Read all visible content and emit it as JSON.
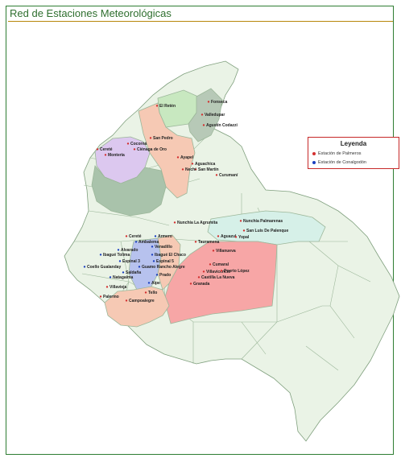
{
  "header": {
    "title": "Red de Estaciones Meteorológicas"
  },
  "legend": {
    "title": "Leyenda",
    "items": [
      {
        "label": "Estación de Palmeros",
        "color": "#d32f2f"
      },
      {
        "label": "Estación de Conalgodón",
        "color": "#1a3fbf"
      }
    ]
  },
  "colors": {
    "base": "#eaf3e6",
    "border": "#9cb79a",
    "pink": "#f6c9b4",
    "green": "#c8e8c0",
    "gray": "#b7c9b7",
    "lavender": "#dcc8ef",
    "darkgreen": "#a9c3ab",
    "mint": "#d6f0e8",
    "salmon": "#f7a6a6",
    "blue": "#b7c2ee",
    "red_dot": "#d32f2f",
    "blue_dot": "#1a3fbf"
  },
  "stations": [
    "El Retén",
    "Fonseca",
    "Valledupar",
    "Agustín Codazzi",
    "San Pedro",
    "Cocorná",
    "Cereté",
    "Ciénaga de Oro",
    "Montería",
    "Ayapel",
    "Aguachica",
    "San Martín",
    "Curumaní",
    "Nechí",
    "Nunchía La Agrumita",
    "Nunchía Palmarenas",
    "San Luis De Palenque",
    "Aguazul",
    "Yopal",
    "Tauramena",
    "Villanueva",
    "Cereté",
    "Armero",
    "Ambalema",
    "Venadillo",
    "Alvarado",
    "Ibagué Tolima",
    "Ibagué El Chaco",
    "Espinal 3",
    "Espinal 5",
    "Cumaral",
    "Villavicencio",
    "Coello Gualanday",
    "Guamo Rancho Alegre",
    "Puerto López",
    "Saldaña",
    "Castilla La Nueva",
    "Natagaima",
    "Prado",
    "Granada",
    "Aipe",
    "Villavieja",
    "Tello",
    "Palermo",
    "Campoalegre"
  ]
}
